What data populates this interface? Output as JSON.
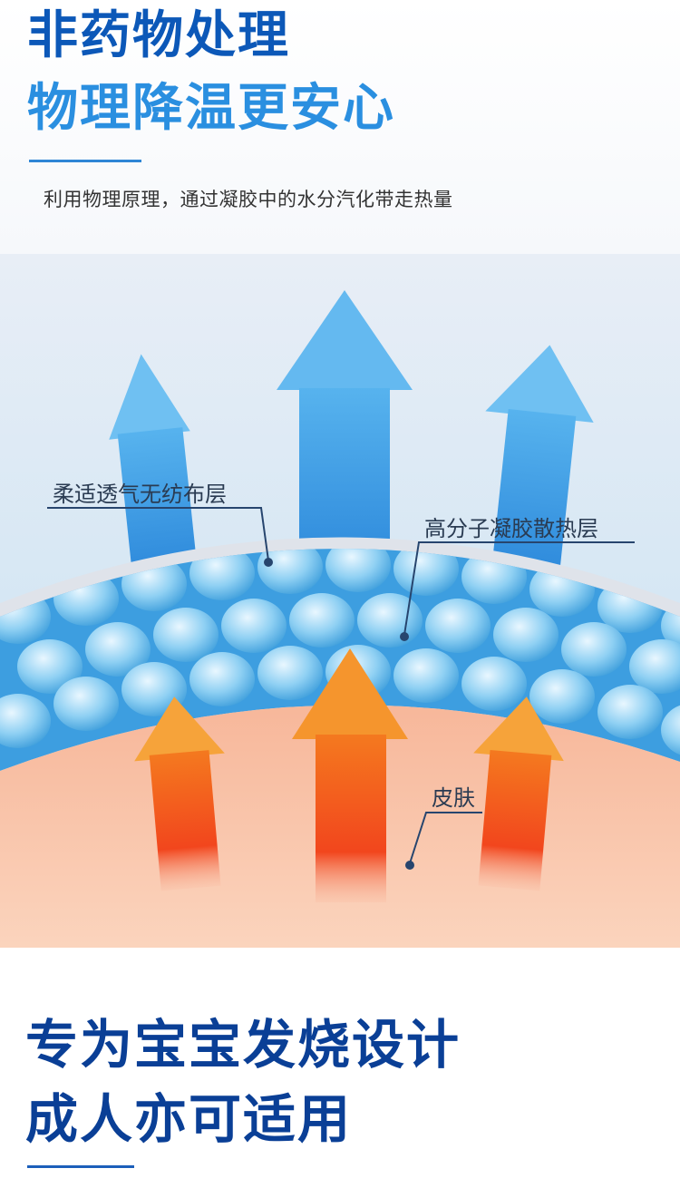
{
  "header": {
    "line1": "非药物处理",
    "line2": "物理降温更安心",
    "subtitle": "利用物理原理，通过凝胶中的水分汽化带走热量"
  },
  "diagram": {
    "labels": {
      "nonwoven": "柔适透气无纺布层",
      "gel": "高分子凝胶散热层",
      "skin": "皮肤"
    }
  },
  "footer": {
    "line1": "专为宝宝发烧设计",
    "line2": "成人亦可适用"
  },
  "colors": {
    "headline_dark_blue": "#0c58b8",
    "headline_light_blue": "#2a8fe0",
    "footer_blue": "#0a3f96",
    "arrow_blue": "#4aa6e8",
    "arrow_orange": "#f0631c",
    "skin": "#f8c4a4"
  }
}
